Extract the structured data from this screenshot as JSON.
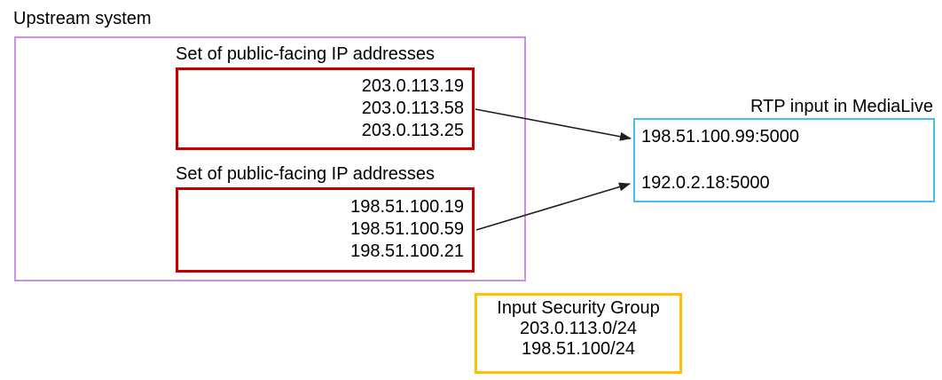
{
  "upstream": {
    "title": "Upstream system",
    "ip_sets": [
      {
        "label": "Set of public-facing IP addresses",
        "ips": [
          "203.0.113.19",
          "203.0.113.58",
          "203.0.113.25"
        ]
      },
      {
        "label": "Set of public-facing IP addresses",
        "ips": [
          "198.51.100.19",
          "198.51.100.59",
          "198.51.100.21"
        ]
      }
    ]
  },
  "medialive": {
    "title": "RTP input in MediaLive",
    "endpoints": [
      "198.51.100.99:5000",
      "192.0.2.18:5000"
    ]
  },
  "security_group": {
    "title": "Input Security Group",
    "cidrs": [
      "203.0.113.0/24",
      "198.51.100/24"
    ]
  },
  "colors": {
    "upstream_border": "#cc8ff0",
    "ip_set_border": "#c00000",
    "medialive_border": "#45c1f0",
    "security_group_border": "#ffc000",
    "arrow": "#1f1f1f",
    "text": "#000000",
    "background": "#ffffff"
  }
}
